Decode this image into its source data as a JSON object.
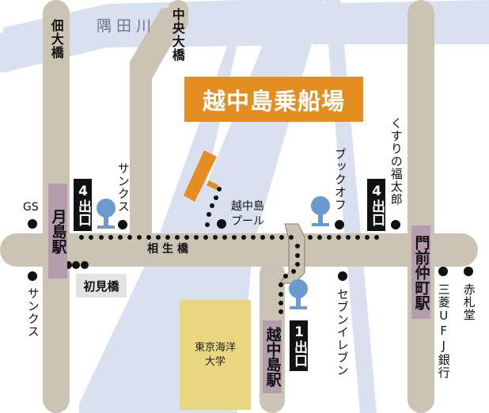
{
  "title": "越中島乗船場",
  "river": {
    "name": "隅田川",
    "color": "#d9e1f1"
  },
  "colors": {
    "road": "#cbc4b5",
    "station": "#b59cad",
    "pier": "#e48e21",
    "bus_stop": "#6b9ad1",
    "university": "#e9d77f",
    "exit_box": "#111111"
  },
  "bridges": {
    "tsukuda": "佃大橋",
    "chuo": "中央大橋",
    "aioi": "相生橋",
    "hatsumi": "初見橋"
  },
  "stations": {
    "tsukishima": "月島駅",
    "monzen_nakacho": "門前仲町駅",
    "etchujima": "越中島駅"
  },
  "exits": {
    "tsukishima_exit": "4出口",
    "monzen_exit": "4出口",
    "etchujima_exit": "1出口"
  },
  "landmarks": {
    "gs": "GS",
    "sunkus_north": "サンクス",
    "sunkus_south": "サンクス",
    "pool": "越中島\nプール",
    "bookoff": "ブックオフ",
    "kusuri": "くすりの福太郎",
    "seven": "セブンイレブン",
    "mufg": "三菱UFJ銀行",
    "akafudado": "赤札堂",
    "university": "東京海洋\n大学"
  }
}
